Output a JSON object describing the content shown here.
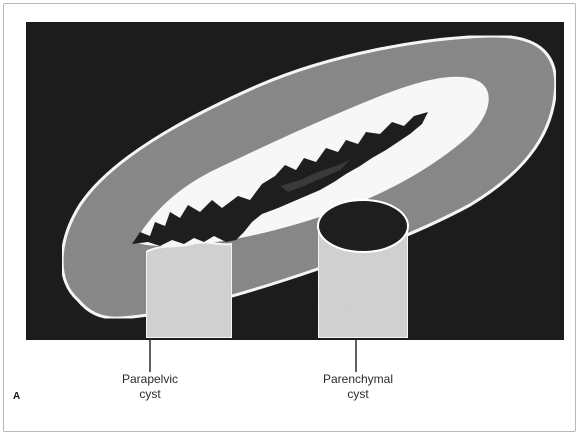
{
  "figure": {
    "panel_letter": "A",
    "labels": {
      "parapelvic": [
        "Parapelvic",
        "cyst"
      ],
      "parenchymal": [
        "Parenchymal",
        "cyst"
      ]
    }
  },
  "colors": {
    "background": "#1c1c1c",
    "cortex": "#8e8e8e",
    "sinus_fat": "#f7f7f7",
    "collecting_system": "#1e1e1e",
    "cyst": "#d9d9d9",
    "outline": "#ffffff"
  }
}
